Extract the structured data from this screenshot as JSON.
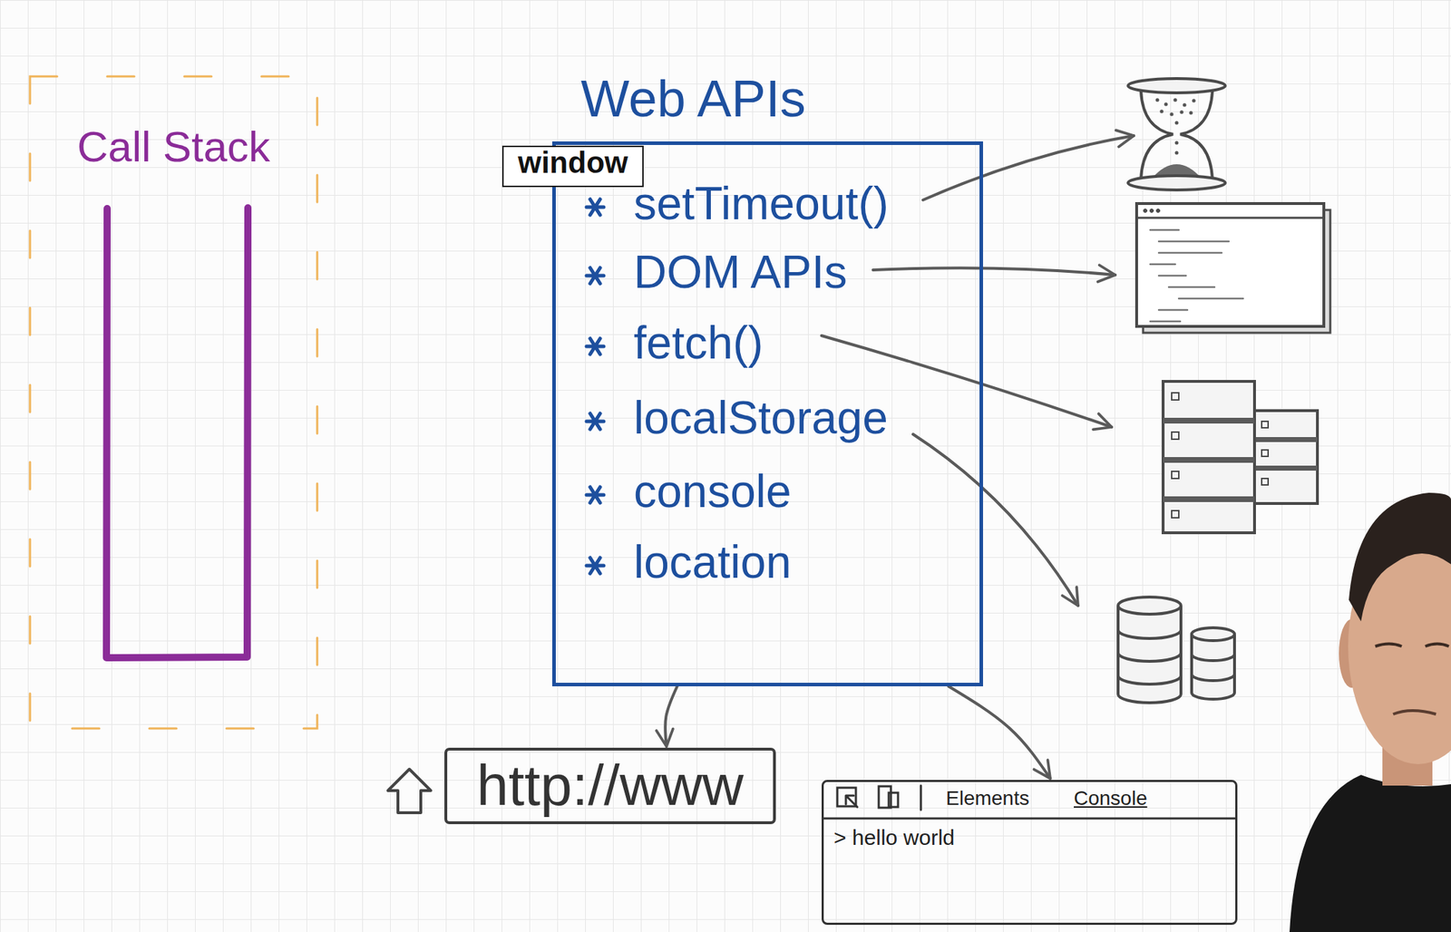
{
  "diagram": {
    "nodes": [
      {
        "text": [
          "Call Stack"
        ]
      },
      {
        "text": [
          "Web APIs",
          "setTimeout()",
          "DOM APIs",
          "fetch()",
          "localStorage",
          "console",
          "location"
        ]
      },
      {
        "text": [
          "window"
        ],
        "in": 1
      },
      {
        "text": [
          "http://www"
        ]
      },
      {
        "text": [
          "Elements",
          "Console",
          "> hello world"
        ]
      }
    ],
    "edges": [
      {
        "from": 1,
        "to": 3,
        "arrow": "to"
      },
      {
        "from": 1,
        "to": 4,
        "arrow": "to"
      }
    ]
  }
}
